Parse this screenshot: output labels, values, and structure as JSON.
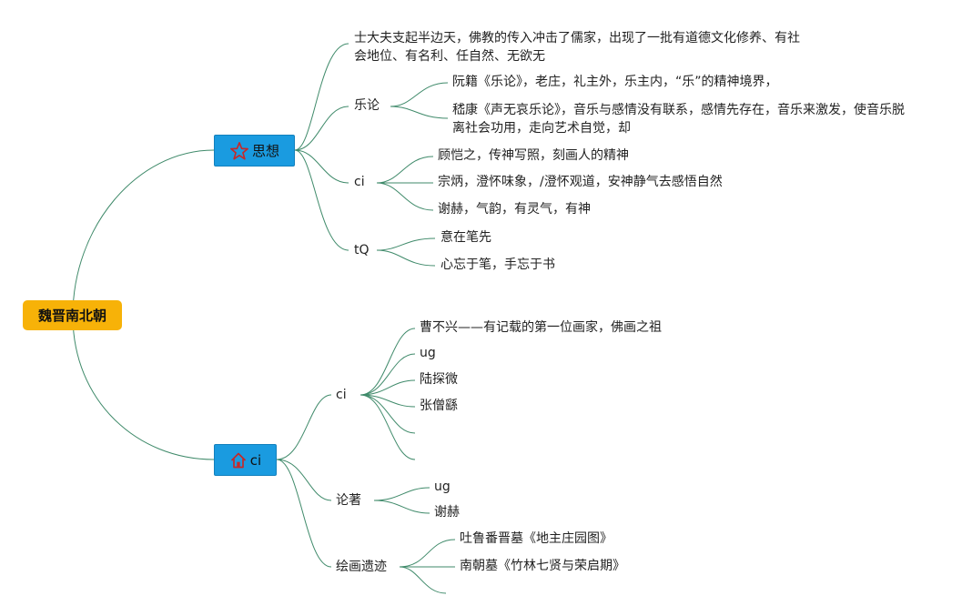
{
  "root": {
    "label": "魏晋南北朝"
  },
  "branches": [
    {
      "label": "思想",
      "icon": "star-icon",
      "children": [
        {
          "label": "士大夫支起半边天，佛教的传入冲击了儒家，出现了一批有道德文化修养、有社会地位、有名利、任自然、无欲无"
        },
        {
          "label": "乐论",
          "children": [
            {
              "label": "阮籍《乐论》，老庄，礼主外，乐主内，“乐”的精神境界，"
            },
            {
              "label": "嵇康《声无哀乐论》，音乐与感情没有联系，感情先存在，音乐来激发，使音乐脱离社会功用，走向艺术自觉，却"
            }
          ]
        },
        {
          "label": "ci",
          "children": [
            {
              "label": "顾恺之，传神写照，刻画人的精神"
            },
            {
              "label": "宗炳，澄怀味象，/澄怀观道，安神静气去感悟自然"
            },
            {
              "label": "谢赫，气韵，有灵气，有神"
            }
          ]
        },
        {
          "label": "tQ",
          "children": [
            {
              "label": "意在笔先"
            },
            {
              "label": "心忘于笔，手忘于书"
            }
          ]
        }
      ]
    },
    {
      "label": "ci",
      "icon": "house-icon",
      "children": [
        {
          "label": "ci",
          "children": [
            {
              "label": "曹不兴——有记载的第一位画家，佛画之祖"
            },
            {
              "label": "ug"
            },
            {
              "label": "陆探微"
            },
            {
              "label": "张僧繇"
            },
            {
              "label": ""
            },
            {
              "label": ""
            }
          ]
        },
        {
          "label": "论著",
          "children": [
            {
              "label": "ug"
            },
            {
              "label": "谢赫"
            }
          ]
        },
        {
          "label": "绘画遗迹",
          "children": [
            {
              "label": "吐鲁番晋墓《地主庄园图》"
            },
            {
              "label": "南朝墓《竹林七贤与荣启期》"
            },
            {
              "label": ""
            }
          ]
        }
      ]
    }
  ],
  "colors": {
    "root_fill": "#f7b208",
    "branch_fill": "#1a9be0",
    "link": "#3f8a6a",
    "icon_red": "#c62828"
  }
}
